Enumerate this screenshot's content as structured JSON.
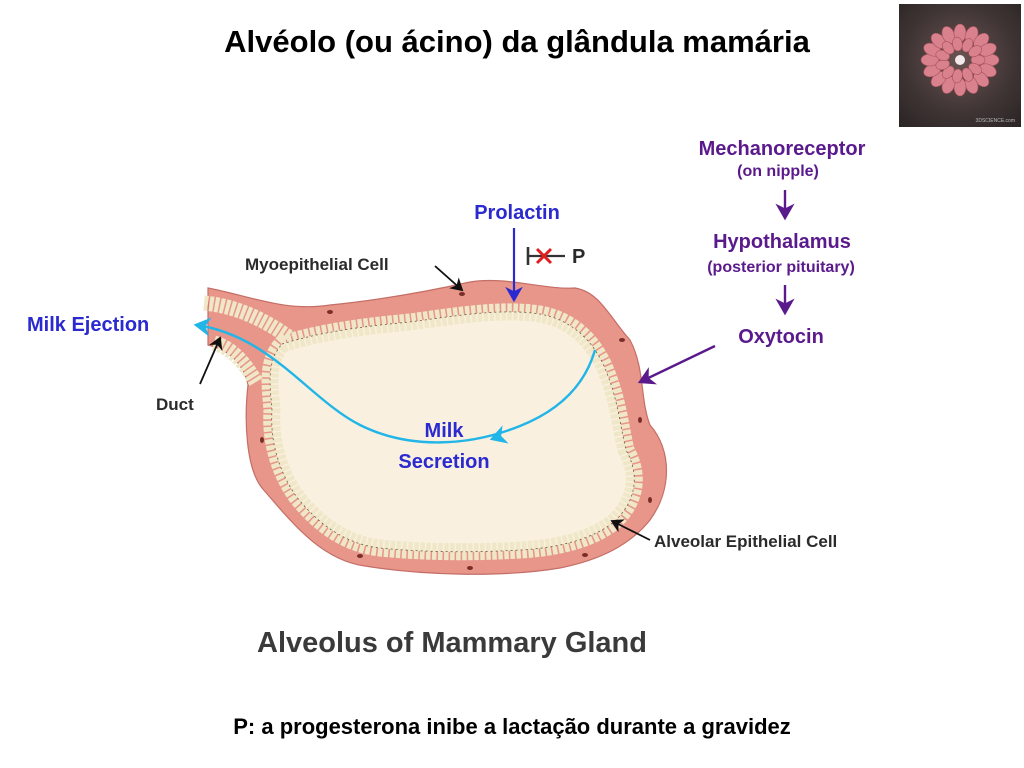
{
  "slide": {
    "title": "Alvéolo (ou ácino) da glândula mamária",
    "footnote": "P:  a progesterona inibe a lactação durante a gravidez"
  },
  "thumbnail": {
    "caption": "3DSCIENCE.com"
  },
  "diagram": {
    "caption": "Alveolus of Mammary Gland",
    "labels": {
      "mechanoreceptor": "Mechanoreceptor",
      "on_nipple": "(on nipple)",
      "hypothalamus": "Hypothalamus",
      "posterior_pituitary": "(posterior pituitary)",
      "oxytocin": "Oxytocin",
      "prolactin": "Prolactin",
      "progesterone": "P",
      "myoepithelial_cell": "Myoepithelial Cell",
      "milk_ejection": "Milk Ejection",
      "duct": "Duct",
      "milk": "Milk",
      "secretion": "Secretion",
      "alveolar_epithelial_cell": "Alveolar Epithelial Cell"
    },
    "colors": {
      "purple": "#5b1a8c",
      "blue": "#2a2ad0",
      "cyan": "#22b5e8",
      "inhibit_red": "#e02020",
      "myoepithelial": "#e8958a",
      "lumen": "#faf0df",
      "cell": "#efe7c8",
      "label": "#2b2b2b",
      "caption": "#3a3a3a"
    }
  }
}
